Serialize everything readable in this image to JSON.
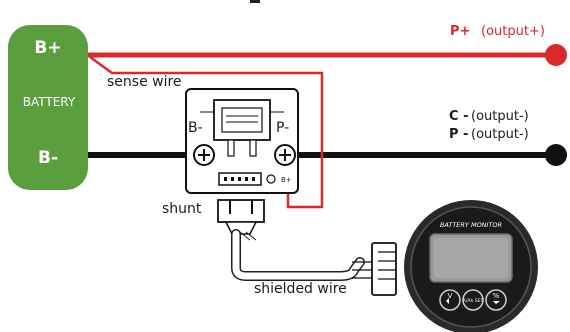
{
  "battery": {
    "positive_label": "B+",
    "name": "BATTERY",
    "negative_label": "B-"
  },
  "labels": {
    "sense_wire": "sense wire",
    "shunt": "shunt",
    "shielded_wire": "shielded wire"
  },
  "outputs": {
    "p_plus_symbol": "P+",
    "p_plus_text": "(output+)",
    "c_symbol": "C -",
    "c_text": "(output-)",
    "p_symbol": "P -",
    "p_text": "(output-)"
  },
  "shunt_terminals": {
    "left": "B-",
    "right": "P-",
    "connector": "B+"
  },
  "monitor": {
    "title": "BATTERY MONITOR",
    "buttons": [
      {
        "label": "V"
      },
      {
        "label": "A/Ah SET"
      },
      {
        "label": "%"
      }
    ]
  },
  "colors": {
    "battery_green": "#5b9e3e",
    "positive_wire": "#d9292b",
    "negative_wire": "#111111",
    "sense_wire": "#d9292b"
  }
}
